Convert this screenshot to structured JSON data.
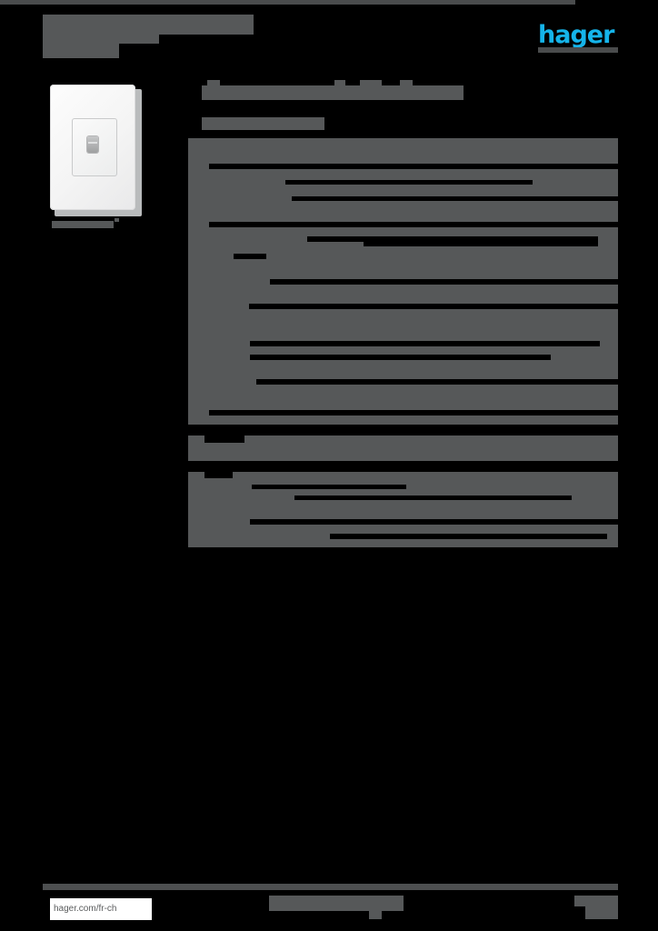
{
  "document": {
    "type": "product-datasheet",
    "brand": "hager",
    "brand_color": "#15b4ea",
    "redacted": true,
    "page_background": "#000000",
    "redaction_color": "#565859"
  },
  "header": {
    "title_redacted": true,
    "subtitle_redacted": true,
    "logo_text": "hager",
    "rule": true
  },
  "product": {
    "image_alt": "white wall switch with rocker and indicator",
    "caption_redacted": true
  },
  "main": {
    "heading_redacted": true,
    "subheading_redacted": true
  },
  "footer": {
    "url": "hager.com/fr-ch",
    "center_redacted": true,
    "page_number_redacted": true
  },
  "table": {
    "col_label_width": 18,
    "sections": [
      {
        "rows": [
          {
            "h": 10,
            "masks": []
          },
          {
            "h": 10,
            "masks": []
          },
          {
            "h": 8,
            "masks": []
          },
          {
            "h": 6,
            "masks": [
              [
                5,
                468
              ]
            ]
          },
          {
            "h": 12,
            "masks": []
          },
          {
            "h": 5,
            "masks": [
              [
                89,
                272
              ]
            ]
          },
          {
            "h": 13,
            "masks": []
          },
          {
            "h": 5,
            "masks": [
              [
                96,
                377
              ]
            ]
          },
          {
            "h": 11,
            "masks": []
          },
          {
            "h": 12,
            "masks": []
          },
          {
            "h": 6,
            "masks": [
              [
                5,
                468
              ]
            ]
          },
          {
            "h": 10,
            "masks": []
          },
          {
            "h": 6,
            "masks": [
              [
                113,
                320
              ]
            ]
          },
          {
            "h": 5,
            "masks": [
              [
                175,
                258
              ]
            ]
          },
          {
            "h": 8,
            "masks": []
          },
          {
            "h": 6,
            "masks": [
              [
                32,
                36
              ]
            ]
          },
          {
            "h": 12,
            "masks": []
          },
          {
            "h": 10,
            "masks": []
          },
          {
            "h": 6,
            "masks": [
              [
                72,
                401
              ]
            ]
          },
          {
            "h": 12,
            "masks": []
          },
          {
            "h": 9,
            "masks": []
          },
          {
            "h": 6,
            "masks": [
              [
                49,
                424
              ]
            ]
          },
          {
            "h": 9,
            "masks": []
          },
          {
            "h": 14,
            "masks": []
          },
          {
            "h": 12,
            "masks": []
          },
          {
            "h": 6,
            "masks": [
              [
                50,
                385
              ]
            ]
          },
          {
            "h": 9,
            "masks": []
          },
          {
            "h": 6,
            "masks": [
              [
                50,
                331
              ]
            ]
          },
          {
            "h": 12,
            "masks": []
          },
          {
            "h": 9,
            "masks": []
          },
          {
            "h": 6,
            "masks": [
              [
                57,
                416
              ]
            ]
          },
          {
            "h": 11,
            "masks": []
          },
          {
            "h": 17,
            "masks": []
          },
          {
            "h": 6,
            "masks": [
              [
                5,
                468
              ]
            ]
          },
          {
            "h": 10,
            "masks": []
          }
        ]
      },
      {
        "gap": 12,
        "rows": [
          {
            "h": 8,
            "masks": [
              [
                0,
                44
              ]
            ]
          },
          {
            "h": 10,
            "masks": []
          },
          {
            "h": 10,
            "masks": []
          }
        ]
      },
      {
        "gap": 12,
        "rows": [
          {
            "h": 7,
            "masks": [
              [
                0,
                31
              ]
            ]
          },
          {
            "h": 7,
            "masks": []
          },
          {
            "h": 5,
            "masks": [
              [
                52,
                170
              ]
            ]
          },
          {
            "h": 7,
            "masks": []
          },
          {
            "h": 5,
            "masks": [
              [
                99,
                305
              ]
            ]
          },
          {
            "h": 13,
            "masks": []
          },
          {
            "h": 8,
            "masks": []
          },
          {
            "h": 6,
            "masks": [
              [
                50,
                418
              ]
            ]
          },
          {
            "h": 10,
            "masks": []
          },
          {
            "h": 6,
            "masks": [
              [
                138,
                305
              ]
            ]
          },
          {
            "h": 9,
            "masks": []
          }
        ]
      }
    ]
  }
}
